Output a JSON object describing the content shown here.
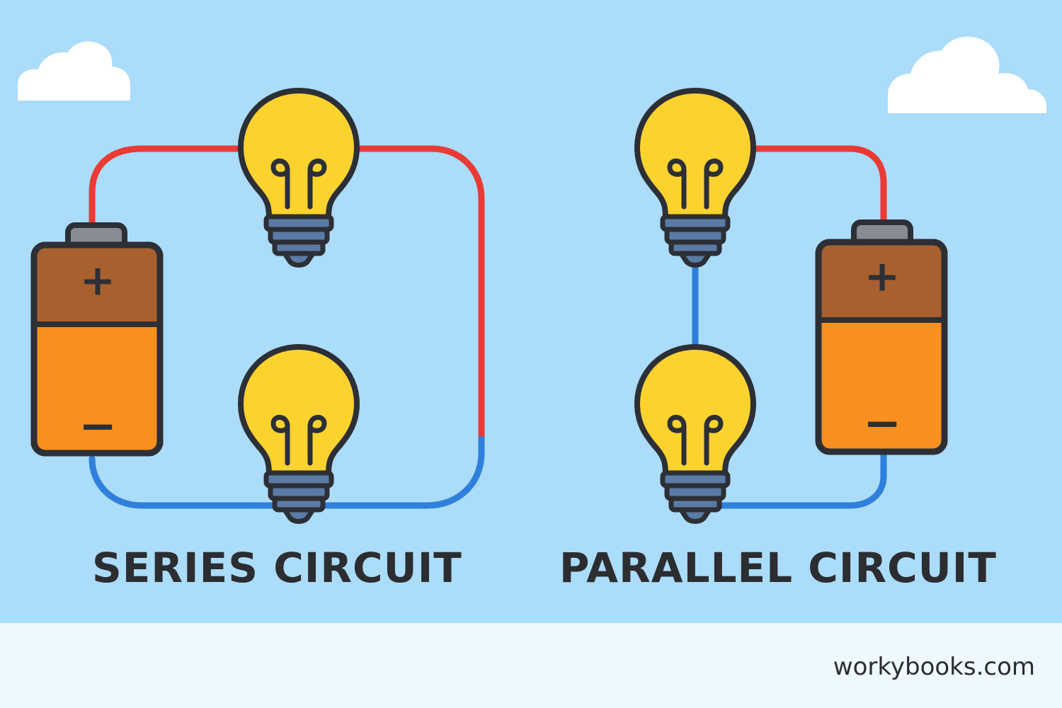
{
  "colors": {
    "sky": "#abdcfa",
    "footer": "#eef9fd",
    "cloud": "#ffffff",
    "outline": "#2c2f36",
    "wire_positive": "#ea3a34",
    "wire_negative": "#2f7fdc",
    "bulb_glass": "#fcd22e",
    "bulb_base": "#5a7ba4",
    "battery_top": "#a9602f",
    "battery_body": "#f8901f",
    "battery_cap": "#878b92",
    "text": "#2b2d31"
  },
  "series": {
    "label": "SERIES CIRCUIT",
    "battery": {
      "positive_symbol": "+",
      "negative_symbol": "−"
    }
  },
  "parallel": {
    "label": "PARALLEL CIRCUIT",
    "battery": {
      "positive_symbol": "+",
      "negative_symbol": "−"
    }
  },
  "footer": {
    "brand": "workybooks.com"
  }
}
